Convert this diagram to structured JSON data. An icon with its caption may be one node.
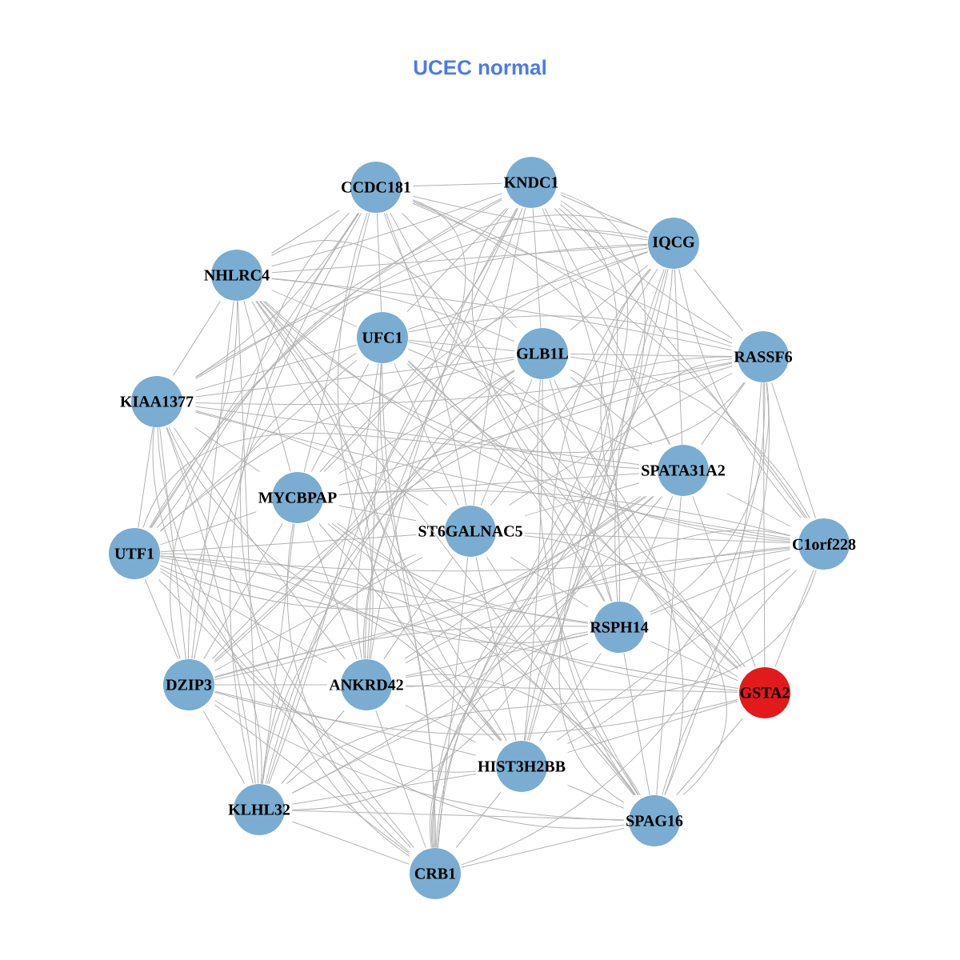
{
  "diagram": {
    "title": "UCEC normal",
    "nodes": [
      {
        "text": [
          "CCDC181"
        ]
      },
      {
        "text": [
          "KNDC1"
        ]
      },
      {
        "text": [
          "IQCG"
        ]
      },
      {
        "text": [
          "NHLRC4"
        ]
      },
      {
        "text": [
          "UFC1"
        ]
      },
      {
        "text": [
          "GLB1L"
        ]
      },
      {
        "text": [
          "RASSF6"
        ]
      },
      {
        "text": [
          "KIAA1377"
        ]
      },
      {
        "text": [
          "SPATA31A2"
        ]
      },
      {
        "text": [
          "MYCBPAP"
        ]
      },
      {
        "text": [
          "ST6GALNAC5"
        ]
      },
      {
        "text": [
          "C1orf228"
        ]
      },
      {
        "text": [
          "UTF1"
        ]
      },
      {
        "text": [
          "RSPH14"
        ]
      },
      {
        "text": [
          "DZIP3"
        ]
      },
      {
        "text": [
          "ANKRD42"
        ]
      },
      {
        "text": [
          "GSTA2"
        ]
      },
      {
        "text": [
          "HIST3H2BB"
        ]
      },
      {
        "text": [
          "KLHL32"
        ]
      },
      {
        "text": [
          "SPAG16"
        ]
      },
      {
        "text": [
          "CRB1"
        ]
      }
    ],
    "edges": [
      {
        "from": 0,
        "to": 1,
        "arrow": "none"
      },
      {
        "from": 0,
        "to": 2,
        "arrow": "none"
      },
      {
        "from": 0,
        "to": 3,
        "arrow": "none"
      },
      {
        "from": 0,
        "to": 4,
        "arrow": "none"
      },
      {
        "from": 0,
        "to": 5,
        "arrow": "none"
      },
      {
        "from": 0,
        "to": 6,
        "arrow": "none"
      },
      {
        "from": 0,
        "to": 7,
        "arrow": "none"
      },
      {
        "from": 0,
        "to": 8,
        "arrow": "none"
      },
      {
        "from": 0,
        "to": 9,
        "arrow": "none"
      },
      {
        "from": 0,
        "to": 10,
        "arrow": "none"
      },
      {
        "from": 0,
        "to": 11,
        "arrow": "none"
      },
      {
        "from": 0,
        "to": 12,
        "arrow": "none"
      },
      {
        "from": 0,
        "to": 13,
        "arrow": "none"
      },
      {
        "from": 0,
        "to": 14,
        "arrow": "none"
      },
      {
        "from": 0,
        "to": 15,
        "arrow": "none"
      },
      {
        "from": 0,
        "to": 17,
        "arrow": "none"
      },
      {
        "from": 0,
        "to": 18,
        "arrow": "none"
      },
      {
        "from": 0,
        "to": 19,
        "arrow": "none"
      },
      {
        "from": 0,
        "to": 20,
        "arrow": "none"
      },
      {
        "from": 1,
        "to": 2,
        "arrow": "none"
      },
      {
        "from": 1,
        "to": 3,
        "arrow": "none"
      },
      {
        "from": 1,
        "to": 4,
        "arrow": "none"
      },
      {
        "from": 1,
        "to": 5,
        "arrow": "none"
      },
      {
        "from": 1,
        "to": 6,
        "arrow": "none"
      },
      {
        "from": 1,
        "to": 7,
        "arrow": "none"
      },
      {
        "from": 1,
        "to": 8,
        "arrow": "none"
      },
      {
        "from": 1,
        "to": 9,
        "arrow": "none"
      },
      {
        "from": 1,
        "to": 10,
        "arrow": "none"
      },
      {
        "from": 1,
        "to": 11,
        "arrow": "none"
      },
      {
        "from": 1,
        "to": 12,
        "arrow": "none"
      },
      {
        "from": 1,
        "to": 13,
        "arrow": "none"
      },
      {
        "from": 1,
        "to": 14,
        "arrow": "none"
      },
      {
        "from": 1,
        "to": 15,
        "arrow": "none"
      },
      {
        "from": 1,
        "to": 16,
        "arrow": "none"
      },
      {
        "from": 1,
        "to": 17,
        "arrow": "none"
      },
      {
        "from": 1,
        "to": 18,
        "arrow": "none"
      },
      {
        "from": 1,
        "to": 19,
        "arrow": "none"
      },
      {
        "from": 1,
        "to": 20,
        "arrow": "none"
      },
      {
        "from": 2,
        "to": 3,
        "arrow": "none"
      },
      {
        "from": 2,
        "to": 4,
        "arrow": "none"
      },
      {
        "from": 2,
        "to": 5,
        "arrow": "none"
      },
      {
        "from": 2,
        "to": 6,
        "arrow": "none"
      },
      {
        "from": 2,
        "to": 7,
        "arrow": "none"
      },
      {
        "from": 2,
        "to": 8,
        "arrow": "none"
      },
      {
        "from": 2,
        "to": 9,
        "arrow": "none"
      },
      {
        "from": 2,
        "to": 10,
        "arrow": "none"
      },
      {
        "from": 2,
        "to": 11,
        "arrow": "none"
      },
      {
        "from": 2,
        "to": 12,
        "arrow": "none"
      },
      {
        "from": 2,
        "to": 13,
        "arrow": "none"
      },
      {
        "from": 2,
        "to": 14,
        "arrow": "none"
      },
      {
        "from": 2,
        "to": 15,
        "arrow": "none"
      },
      {
        "from": 2,
        "to": 16,
        "arrow": "none"
      },
      {
        "from": 2,
        "to": 17,
        "arrow": "none"
      },
      {
        "from": 2,
        "to": 18,
        "arrow": "none"
      },
      {
        "from": 2,
        "to": 19,
        "arrow": "none"
      },
      {
        "from": 2,
        "to": 20,
        "arrow": "none"
      },
      {
        "from": 3,
        "to": 4,
        "arrow": "none"
      },
      {
        "from": 3,
        "to": 5,
        "arrow": "none"
      },
      {
        "from": 3,
        "to": 6,
        "arrow": "none"
      },
      {
        "from": 3,
        "to": 7,
        "arrow": "none"
      },
      {
        "from": 3,
        "to": 8,
        "arrow": "none"
      },
      {
        "from": 3,
        "to": 9,
        "arrow": "none"
      },
      {
        "from": 3,
        "to": 10,
        "arrow": "none"
      },
      {
        "from": 3,
        "to": 11,
        "arrow": "none"
      },
      {
        "from": 3,
        "to": 12,
        "arrow": "none"
      },
      {
        "from": 3,
        "to": 13,
        "arrow": "none"
      },
      {
        "from": 3,
        "to": 14,
        "arrow": "none"
      },
      {
        "from": 3,
        "to": 15,
        "arrow": "none"
      },
      {
        "from": 3,
        "to": 17,
        "arrow": "none"
      },
      {
        "from": 3,
        "to": 18,
        "arrow": "none"
      },
      {
        "from": 3,
        "to": 19,
        "arrow": "none"
      },
      {
        "from": 3,
        "to": 20,
        "arrow": "none"
      },
      {
        "from": 4,
        "to": 5,
        "arrow": "none"
      },
      {
        "from": 4,
        "to": 6,
        "arrow": "none"
      },
      {
        "from": 4,
        "to": 7,
        "arrow": "none"
      },
      {
        "from": 4,
        "to": 8,
        "arrow": "none"
      },
      {
        "from": 4,
        "to": 9,
        "arrow": "none"
      },
      {
        "from": 4,
        "to": 10,
        "arrow": "none"
      },
      {
        "from": 4,
        "to": 11,
        "arrow": "none"
      },
      {
        "from": 4,
        "to": 12,
        "arrow": "none"
      },
      {
        "from": 4,
        "to": 13,
        "arrow": "none"
      },
      {
        "from": 4,
        "to": 14,
        "arrow": "none"
      },
      {
        "from": 4,
        "to": 15,
        "arrow": "none"
      },
      {
        "from": 4,
        "to": 16,
        "arrow": "none"
      },
      {
        "from": 4,
        "to": 17,
        "arrow": "none"
      },
      {
        "from": 4,
        "to": 18,
        "arrow": "none"
      },
      {
        "from": 4,
        "to": 19,
        "arrow": "none"
      },
      {
        "from": 4,
        "to": 20,
        "arrow": "none"
      },
      {
        "from": 5,
        "to": 6,
        "arrow": "none"
      },
      {
        "from": 5,
        "to": 7,
        "arrow": "none"
      },
      {
        "from": 5,
        "to": 8,
        "arrow": "none"
      },
      {
        "from": 5,
        "to": 9,
        "arrow": "none"
      },
      {
        "from": 5,
        "to": 10,
        "arrow": "none"
      },
      {
        "from": 5,
        "to": 11,
        "arrow": "none"
      },
      {
        "from": 5,
        "to": 12,
        "arrow": "none"
      },
      {
        "from": 5,
        "to": 13,
        "arrow": "none"
      },
      {
        "from": 5,
        "to": 14,
        "arrow": "none"
      },
      {
        "from": 5,
        "to": 15,
        "arrow": "none"
      },
      {
        "from": 5,
        "to": 16,
        "arrow": "none"
      },
      {
        "from": 5,
        "to": 17,
        "arrow": "none"
      },
      {
        "from": 5,
        "to": 18,
        "arrow": "none"
      },
      {
        "from": 5,
        "to": 19,
        "arrow": "none"
      },
      {
        "from": 5,
        "to": 20,
        "arrow": "none"
      },
      {
        "from": 6,
        "to": 7,
        "arrow": "none"
      },
      {
        "from": 6,
        "to": 8,
        "arrow": "none"
      },
      {
        "from": 6,
        "to": 9,
        "arrow": "none"
      },
      {
        "from": 6,
        "to": 10,
        "arrow": "none"
      },
      {
        "from": 6,
        "to": 11,
        "arrow": "none"
      },
      {
        "from": 6,
        "to": 12,
        "arrow": "none"
      },
      {
        "from": 6,
        "to": 13,
        "arrow": "none"
      },
      {
        "from": 6,
        "to": 14,
        "arrow": "none"
      },
      {
        "from": 6,
        "to": 15,
        "arrow": "none"
      },
      {
        "from": 6,
        "to": 16,
        "arrow": "none"
      },
      {
        "from": 6,
        "to": 17,
        "arrow": "none"
      },
      {
        "from": 6,
        "to": 18,
        "arrow": "none"
      },
      {
        "from": 6,
        "to": 19,
        "arrow": "none"
      },
      {
        "from": 6,
        "to": 20,
        "arrow": "none"
      },
      {
        "from": 7,
        "to": 8,
        "arrow": "none"
      },
      {
        "from": 7,
        "to": 9,
        "arrow": "none"
      },
      {
        "from": 7,
        "to": 10,
        "arrow": "none"
      },
      {
        "from": 7,
        "to": 11,
        "arrow": "none"
      },
      {
        "from": 7,
        "to": 12,
        "arrow": "none"
      },
      {
        "from": 7,
        "to": 13,
        "arrow": "none"
      },
      {
        "from": 7,
        "to": 14,
        "arrow": "none"
      },
      {
        "from": 7,
        "to": 15,
        "arrow": "none"
      },
      {
        "from": 7,
        "to": 17,
        "arrow": "none"
      },
      {
        "from": 7,
        "to": 18,
        "arrow": "none"
      },
      {
        "from": 7,
        "to": 19,
        "arrow": "none"
      },
      {
        "from": 7,
        "to": 20,
        "arrow": "none"
      },
      {
        "from": 8,
        "to": 9,
        "arrow": "none"
      },
      {
        "from": 8,
        "to": 10,
        "arrow": "none"
      },
      {
        "from": 8,
        "to": 11,
        "arrow": "none"
      },
      {
        "from": 8,
        "to": 12,
        "arrow": "none"
      },
      {
        "from": 8,
        "to": 13,
        "arrow": "none"
      },
      {
        "from": 8,
        "to": 14,
        "arrow": "none"
      },
      {
        "from": 8,
        "to": 15,
        "arrow": "none"
      },
      {
        "from": 8,
        "to": 16,
        "arrow": "none"
      },
      {
        "from": 8,
        "to": 17,
        "arrow": "none"
      },
      {
        "from": 8,
        "to": 18,
        "arrow": "none"
      },
      {
        "from": 8,
        "to": 19,
        "arrow": "none"
      },
      {
        "from": 8,
        "to": 20,
        "arrow": "none"
      },
      {
        "from": 9,
        "to": 10,
        "arrow": "none"
      },
      {
        "from": 9,
        "to": 11,
        "arrow": "none"
      },
      {
        "from": 9,
        "to": 12,
        "arrow": "none"
      },
      {
        "from": 9,
        "to": 13,
        "arrow": "none"
      },
      {
        "from": 9,
        "to": 14,
        "arrow": "none"
      },
      {
        "from": 9,
        "to": 15,
        "arrow": "none"
      },
      {
        "from": 9,
        "to": 16,
        "arrow": "none"
      },
      {
        "from": 9,
        "to": 17,
        "arrow": "none"
      },
      {
        "from": 9,
        "to": 18,
        "arrow": "none"
      },
      {
        "from": 9,
        "to": 19,
        "arrow": "none"
      },
      {
        "from": 9,
        "to": 20,
        "arrow": "none"
      },
      {
        "from": 10,
        "to": 11,
        "arrow": "none"
      },
      {
        "from": 10,
        "to": 12,
        "arrow": "none"
      },
      {
        "from": 10,
        "to": 13,
        "arrow": "none"
      },
      {
        "from": 10,
        "to": 14,
        "arrow": "none"
      },
      {
        "from": 10,
        "to": 15,
        "arrow": "none"
      },
      {
        "from": 10,
        "to": 16,
        "arrow": "none"
      },
      {
        "from": 10,
        "to": 17,
        "arrow": "none"
      },
      {
        "from": 10,
        "to": 18,
        "arrow": "none"
      },
      {
        "from": 10,
        "to": 19,
        "arrow": "none"
      },
      {
        "from": 10,
        "to": 20,
        "arrow": "none"
      },
      {
        "from": 11,
        "to": 12,
        "arrow": "none"
      },
      {
        "from": 11,
        "to": 13,
        "arrow": "none"
      },
      {
        "from": 11,
        "to": 14,
        "arrow": "none"
      },
      {
        "from": 11,
        "to": 15,
        "arrow": "none"
      },
      {
        "from": 11,
        "to": 16,
        "arrow": "none"
      },
      {
        "from": 11,
        "to": 17,
        "arrow": "none"
      },
      {
        "from": 11,
        "to": 18,
        "arrow": "none"
      },
      {
        "from": 11,
        "to": 19,
        "arrow": "none"
      },
      {
        "from": 11,
        "to": 20,
        "arrow": "none"
      },
      {
        "from": 12,
        "to": 13,
        "arrow": "none"
      },
      {
        "from": 12,
        "to": 14,
        "arrow": "none"
      },
      {
        "from": 12,
        "to": 15,
        "arrow": "none"
      },
      {
        "from": 12,
        "to": 16,
        "arrow": "none"
      },
      {
        "from": 12,
        "to": 17,
        "arrow": "none"
      },
      {
        "from": 12,
        "to": 18,
        "arrow": "none"
      },
      {
        "from": 12,
        "to": 19,
        "arrow": "none"
      },
      {
        "from": 12,
        "to": 20,
        "arrow": "none"
      },
      {
        "from": 13,
        "to": 14,
        "arrow": "none"
      },
      {
        "from": 13,
        "to": 15,
        "arrow": "none"
      },
      {
        "from": 13,
        "to": 16,
        "arrow": "none"
      },
      {
        "from": 13,
        "to": 17,
        "arrow": "none"
      },
      {
        "from": 13,
        "to": 18,
        "arrow": "none"
      },
      {
        "from": 13,
        "to": 19,
        "arrow": "none"
      },
      {
        "from": 13,
        "to": 20,
        "arrow": "none"
      },
      {
        "from": 14,
        "to": 15,
        "arrow": "none"
      },
      {
        "from": 14,
        "to": 16,
        "arrow": "none"
      },
      {
        "from": 14,
        "to": 17,
        "arrow": "none"
      },
      {
        "from": 14,
        "to": 18,
        "arrow": "none"
      },
      {
        "from": 14,
        "to": 19,
        "arrow": "none"
      },
      {
        "from": 14,
        "to": 20,
        "arrow": "none"
      },
      {
        "from": 15,
        "to": 16,
        "arrow": "none"
      },
      {
        "from": 15,
        "to": 17,
        "arrow": "none"
      },
      {
        "from": 15,
        "to": 18,
        "arrow": "none"
      },
      {
        "from": 15,
        "to": 19,
        "arrow": "none"
      },
      {
        "from": 15,
        "to": 20,
        "arrow": "none"
      },
      {
        "from": 16,
        "to": 17,
        "arrow": "none"
      },
      {
        "from": 16,
        "to": 19,
        "arrow": "none"
      },
      {
        "from": 17,
        "to": 18,
        "arrow": "none"
      },
      {
        "from": 17,
        "to": 19,
        "arrow": "none"
      },
      {
        "from": 17,
        "to": 20,
        "arrow": "none"
      },
      {
        "from": 18,
        "to": 19,
        "arrow": "none"
      },
      {
        "from": 18,
        "to": 20,
        "arrow": "none"
      },
      {
        "from": 19,
        "to": 20,
        "arrow": "none"
      }
    ]
  }
}
